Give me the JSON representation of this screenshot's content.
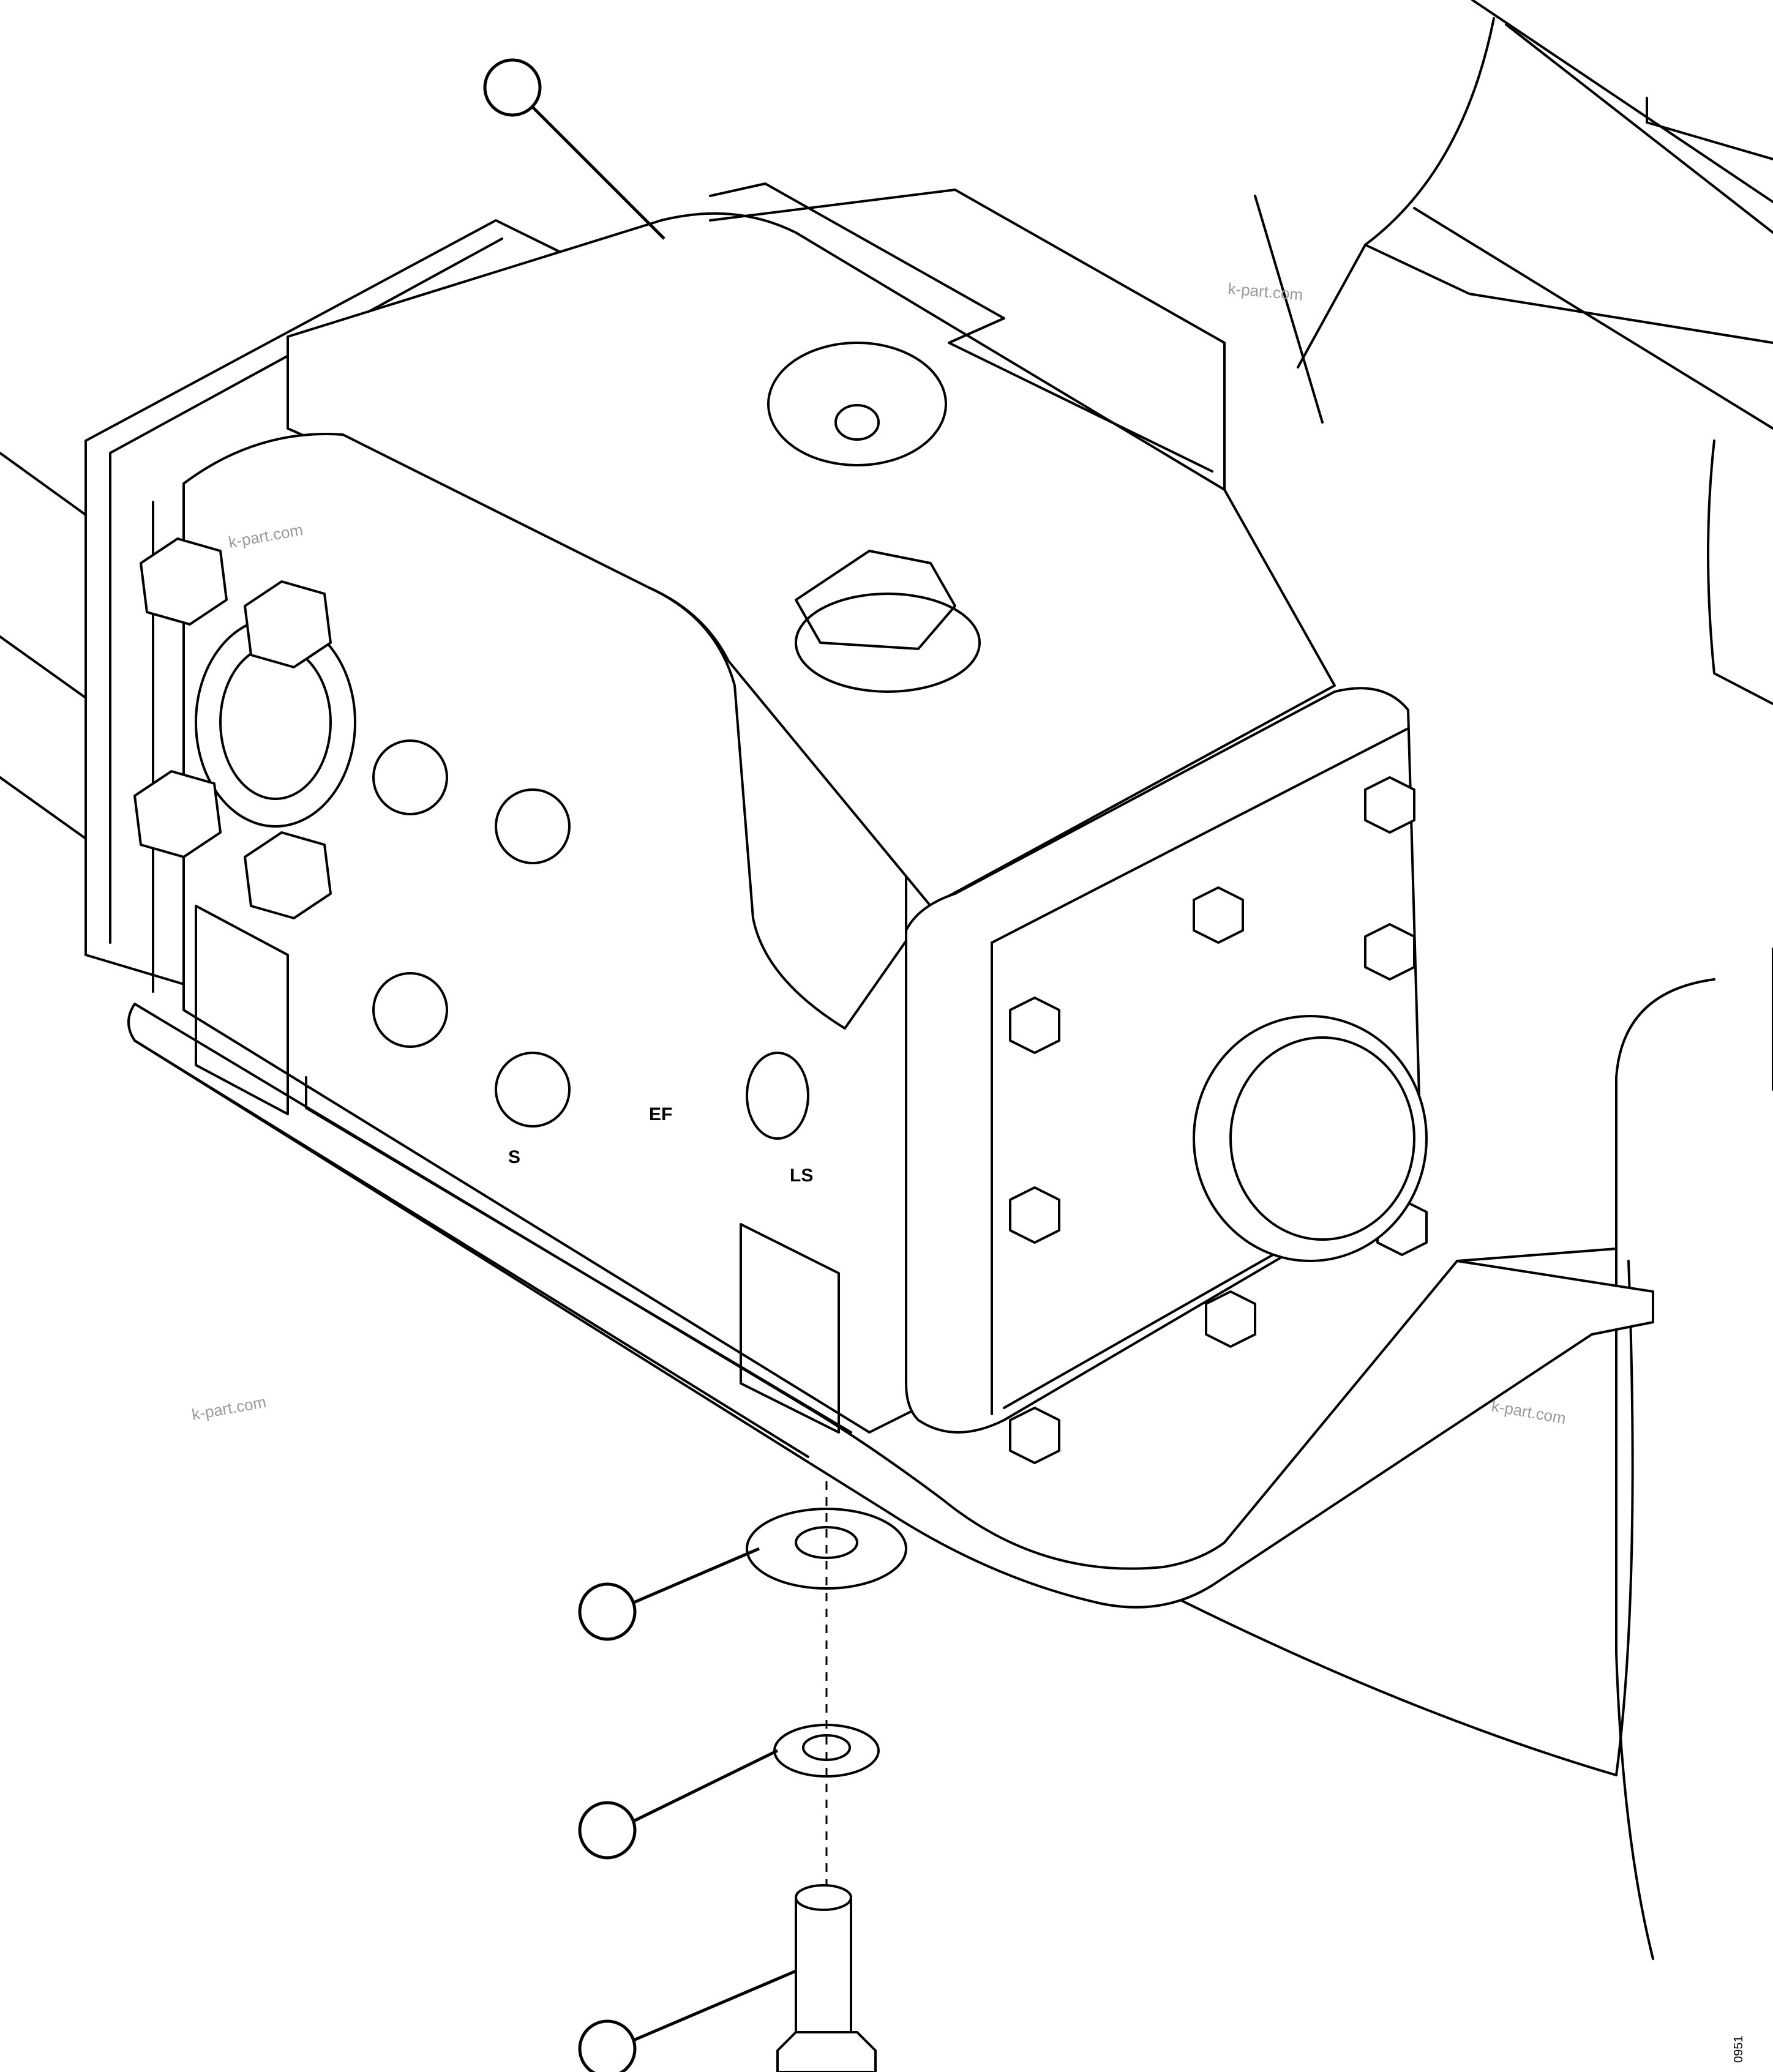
{
  "watermarks": [
    "k-part.com",
    "k-part.com",
    "k-part.com",
    "k-part.com"
  ],
  "stamps": [
    "EF",
    "S",
    "LS"
  ],
  "corner_code": "0951",
  "callouts": [
    {
      "id": "pump",
      "label": ""
    },
    {
      "id": "washer",
      "label": ""
    },
    {
      "id": "lock-washer",
      "label": ""
    },
    {
      "id": "bolt",
      "label": ""
    }
  ]
}
